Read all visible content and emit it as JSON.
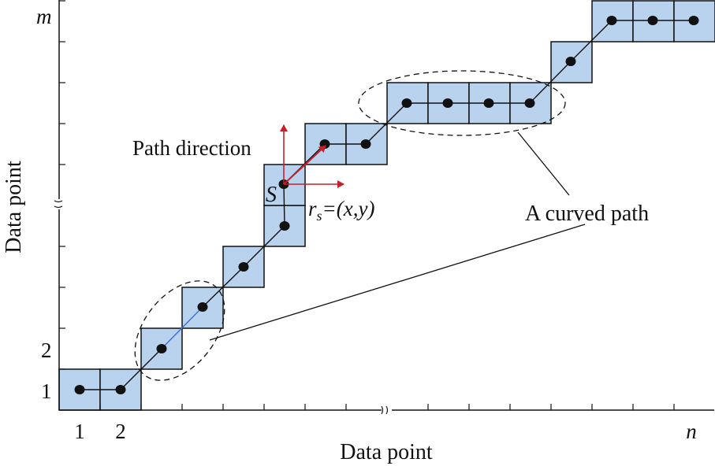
{
  "axes": {
    "x_title": "Data point",
    "y_title": "Data point",
    "x_tick_1": "1",
    "x_tick_2": "2",
    "x_tick_end": "n",
    "y_tick_1": "1",
    "y_tick_2": "2",
    "y_tick_end": "m"
  },
  "labels": {
    "path_direction": "Path direction",
    "start_point": "S",
    "position_main": "r",
    "position_sub": "s",
    "position_rest": "=(x,y)",
    "curved_path": "A curved path"
  },
  "colors": {
    "cell_fill": "#b9d3ef",
    "arrow": "#c8202a",
    "highlight_segment": "#3a6fd8",
    "line": "#111111"
  },
  "icons": {
    "axis_break_symbol": "≈"
  }
}
